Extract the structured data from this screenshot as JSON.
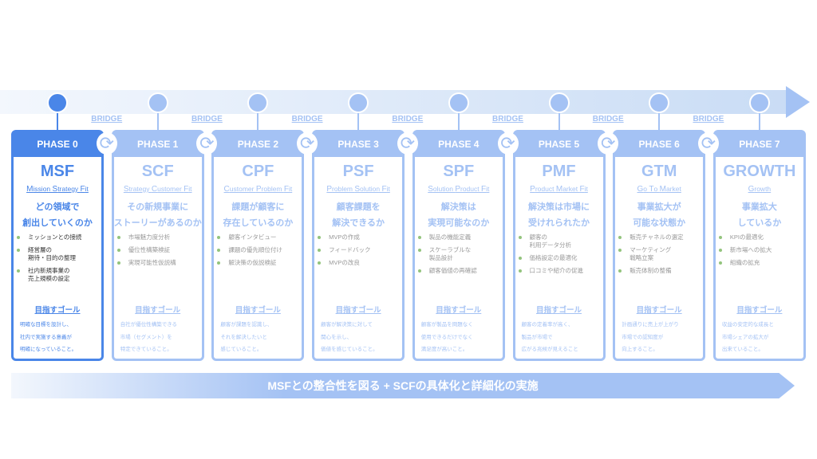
{
  "bridge_label": "BRIDGE",
  "goal_label": "目指すゴール",
  "banner": "MSFとの整合性を図る + SCFの具体化と詳細化の実施",
  "colors": {
    "active": "#4a86e8",
    "inactive": "#a4c2f4",
    "bullet": "#93c47d"
  },
  "phases": [
    {
      "phase": "PHASE 0",
      "acronym": "MSF",
      "subtitle": "Mission Strategy Fit",
      "question": [
        "どの領域で",
        "創出していくのか"
      ],
      "bullets": [
        "ミッションとの接続",
        "経営層の\n期待・目的の整理",
        "社内新規事業の\n売上規模の設定"
      ],
      "goal": "明確な目標を設計し、\n社内で実施する意義が\n明確になっていること。",
      "active": true
    },
    {
      "phase": "PHASE 1",
      "acronym": "SCF",
      "subtitle": "Strategy Customer Fit",
      "question": [
        "その新規事業に",
        "ストーリーがあるのか"
      ],
      "bullets": [
        "市場魅力度分析",
        "優位性構築検証",
        "実現可能性仮説構"
      ],
      "goal": "自社が優位性構築できる\n市場（セグメント）を\n特定できていること。"
    },
    {
      "phase": "PHASE 2",
      "acronym": "CPF",
      "subtitle": "Customer Problem Fit",
      "question": [
        "課題が顧客に",
        "存在しているのか"
      ],
      "bullets": [
        "顧客インタビュー",
        "課題の優先順位付け",
        "解決策の仮説検証"
      ],
      "goal": "顧客が課題を認識し、\nそれを解決したいと\n感じていること。"
    },
    {
      "phase": "PHASE 3",
      "acronym": "PSF",
      "subtitle": "Problem Solution Fit",
      "question": [
        "顧客課題を",
        "解決できるか"
      ],
      "bullets": [
        "MVPの作成",
        "フィードバック",
        "MVPの改良"
      ],
      "goal": "顧客が解決策に対して\n関心を示し、\n価値を感じていること。"
    },
    {
      "phase": "PHASE 4",
      "acronym": "SPF",
      "subtitle": "Solution Product Fit",
      "question": [
        "解決策は",
        "実現可能なのか"
      ],
      "bullets": [
        "製品の機能定義",
        "スケーラブルな\n製品設計",
        "顧客価値の再確認"
      ],
      "goal": "顧客が製品を問題なく\n使用できるだけでなく\n満足度が高いこと。"
    },
    {
      "phase": "PHASE 5",
      "acronym": "PMF",
      "subtitle": "Product Market Fit",
      "question": [
        "解決策は市場に",
        "受けれられたか"
      ],
      "bullets": [
        "顧客の\n利用データ分析",
        "価格設定の最適化",
        "口コミや紹介の促進"
      ],
      "goal": "顧客の定着率が高く、\n製品が市場で\n広がる兆候が見えること"
    },
    {
      "phase": "PHASE 6",
      "acronym": "GTM",
      "subtitle": "Go To Market",
      "question": [
        "事業拡大が",
        "可能な状態か"
      ],
      "bullets": [
        "販売チャネルの選定",
        "マーケティング\n戦略立案",
        "販売体制の整備"
      ],
      "goal": "計画通りに売上が上がり\n市場での認知度が\n向上すること。"
    },
    {
      "phase": "PHASE 7",
      "acronym": "GROWTH",
      "subtitle": "Growth",
      "question": [
        "事業拡大",
        "しているか"
      ],
      "bullets": [
        "KPIの最適化",
        "新市場への拡大",
        "組織の拡充"
      ],
      "goal": "収益の安定的な成長と\n市場シェアの拡大が\n出来ていること。"
    }
  ]
}
